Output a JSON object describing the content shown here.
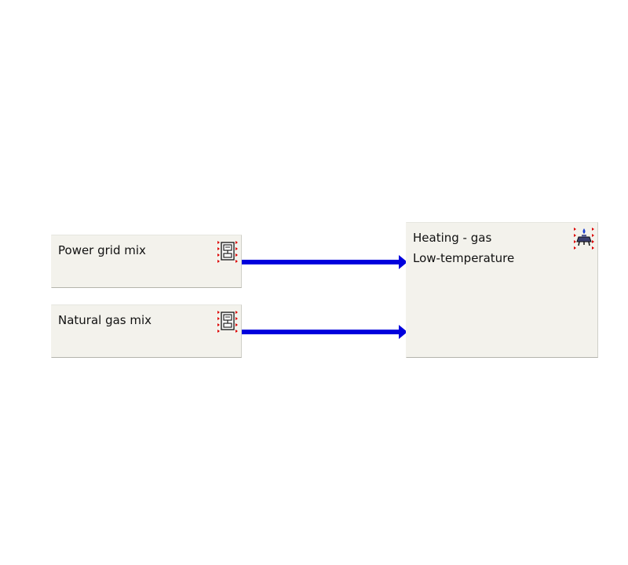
{
  "diagram": {
    "nodes": [
      {
        "id": "power",
        "lines": [
          "Power grid mix"
        ],
        "icon": "process-icon"
      },
      {
        "id": "gas",
        "lines": [
          "Natural gas mix"
        ],
        "icon": "process-icon"
      },
      {
        "id": "heating",
        "lines": [
          "Heating - gas",
          "Low-temperature"
        ],
        "icon": "gas-burner-icon"
      }
    ],
    "edges": [
      {
        "from": "power",
        "to": "heating",
        "color": "#0000dd"
      },
      {
        "from": "gas",
        "to": "heating",
        "color": "#0000dd"
      }
    ],
    "colors": {
      "box_fill": "#f3f2ec",
      "flow_arrow": "#0000dd",
      "port_marker": "#dd0000"
    }
  }
}
